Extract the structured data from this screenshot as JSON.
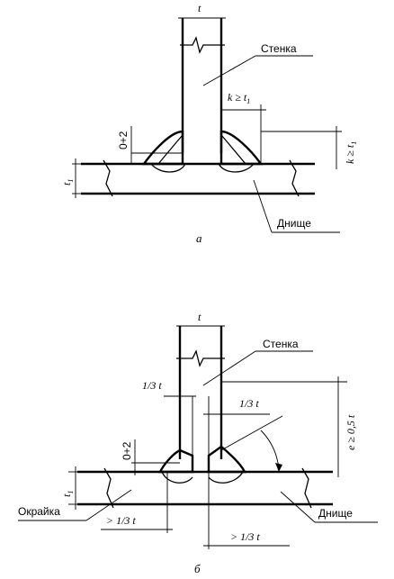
{
  "figure_a": {
    "caption": "а",
    "label_wall": "Стенка",
    "label_bottom": "Днище",
    "dim_t": "t",
    "dim_t1": "t",
    "dim_t1_sub": "1",
    "dim_k_top": "k ≥ t",
    "dim_k_top_sub": "1",
    "dim_k_side": "k ≥ t",
    "dim_k_side_sub": "1",
    "dim_gap": "0+2"
  },
  "figure_b": {
    "caption": "б",
    "label_wall": "Стенка",
    "label_edge": "Окрайка",
    "label_bottom": "Днище",
    "dim_t": "t",
    "dim_t1": "t",
    "dim_t1_sub": "1",
    "dim_third_left": "1/3 t",
    "dim_third_right": "1/3 t",
    "dim_e": "e ≥ 0,5 t",
    "dim_gap": "0+2",
    "dim_left_offset": "> 1/3 t",
    "dim_right_offset": "> 1/3 t"
  }
}
